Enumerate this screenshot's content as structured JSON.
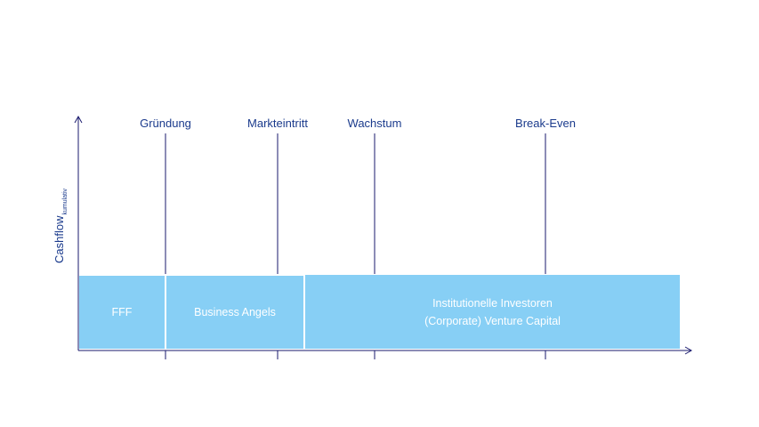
{
  "y_axis": {
    "label": "Cashflow",
    "sublabel": "kumulativ"
  },
  "phases": [
    "Gründung",
    "Markteintritt",
    "Wachstum",
    "Break-Even"
  ],
  "financing": {
    "fff": "FFF",
    "business_angels": "Business Angels",
    "institutional_line1": "Institutionelle Investoren",
    "institutional_line2": "(Corporate) Venture Capital"
  },
  "colors": {
    "axis": "#1a1a6e",
    "text": "#1a3a8c",
    "block": "#87cff5"
  }
}
